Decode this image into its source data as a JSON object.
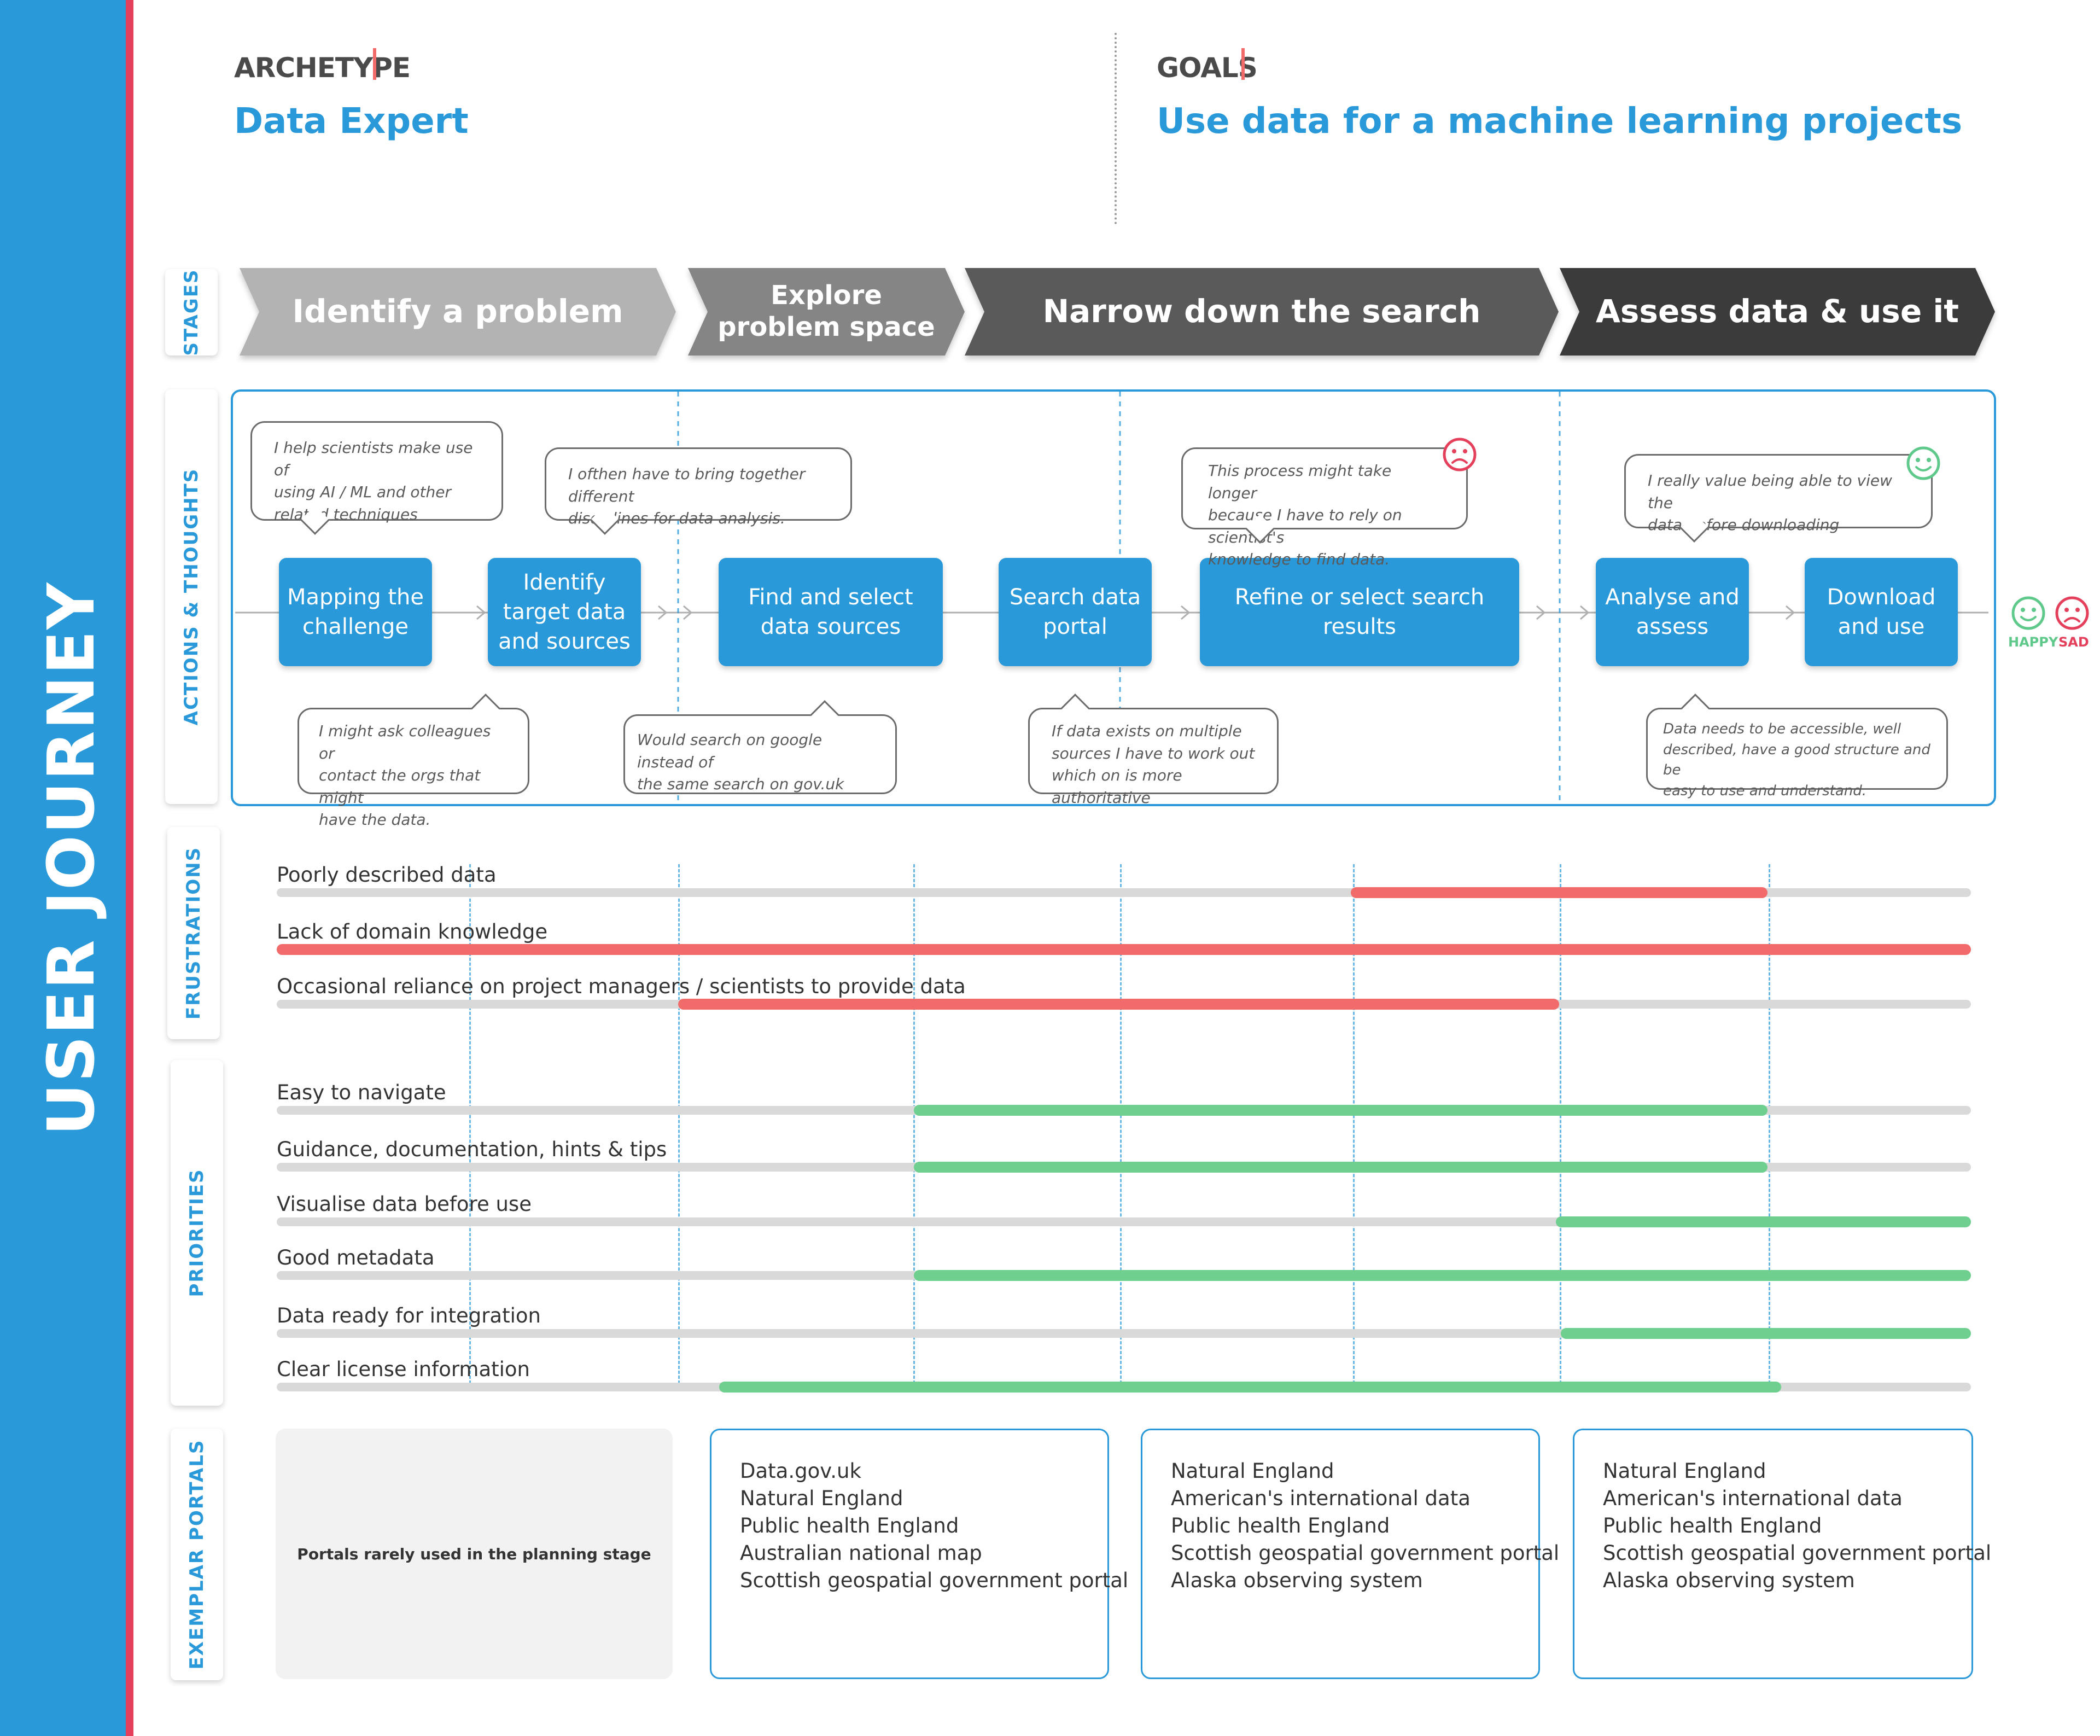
{
  "banner": {
    "title": "USER JOURNEY"
  },
  "header": {
    "archetype_label": "ARCHETYPE",
    "archetype_value": "Data Expert",
    "goals_label": "GOALS",
    "goals_value": "Use data for a machine learning projects"
  },
  "sections": {
    "stages": "STAGES",
    "actions": "ACTIONS & THOUGHTS",
    "frustrations": "FRUSTRATIONS",
    "priorities": "PRIORITIES",
    "portals": "EXEMPLAR PORTALS"
  },
  "stages": [
    {
      "line1": "Identify a problem",
      "line2": "",
      "color": "#b3b3b3"
    },
    {
      "line1": "Explore",
      "line2": "problem space",
      "color": "#858585"
    },
    {
      "line1": "Narrow down the search",
      "line2": "",
      "color": "#5a5a5a"
    },
    {
      "line1": "Assess data & use it",
      "line2": "",
      "color": "#3a3a3a"
    }
  ],
  "actions": [
    {
      "line1": "Mapping the",
      "line2": "challenge",
      "line3": ""
    },
    {
      "line1": "Identify",
      "line2": "target data",
      "line3": "and sources"
    },
    {
      "line1": "Find and select",
      "line2": "data sources",
      "line3": ""
    },
    {
      "line1": "Search data",
      "line2": "portal",
      "line3": ""
    },
    {
      "line1": "Refine or select search",
      "line2": "results",
      "line3": ""
    },
    {
      "line1": "Analyse and",
      "line2": "assess",
      "line3": ""
    },
    {
      "line1": "Download",
      "line2": "and use",
      "line3": ""
    }
  ],
  "thoughts": [
    {
      "lines": [
        "I help scientists make use of",
        "using AI / ML and other",
        "related techniques"
      ]
    },
    {
      "lines": [
        "I ofthen have to bring together different",
        "disciplines for data analysis."
      ]
    },
    {
      "lines": [
        "This process might take longer",
        "because I have to rely on scientist's",
        "knowledge to find data."
      ]
    },
    {
      "lines": [
        "I really value being able to view the",
        "data before downloading"
      ]
    },
    {
      "lines": [
        "I might ask colleagues or",
        "contact the orgs that might",
        "have the data."
      ]
    },
    {
      "lines": [
        "Would search on google instead of",
        "the same search on gov.uk"
      ]
    },
    {
      "lines": [
        "If data exists on multiple",
        "sources I have to work out",
        "which on is more authoritative"
      ]
    },
    {
      "lines": [
        "Data needs to be accessible, well",
        "described, have a good structure and be",
        "easy to use and understand."
      ]
    }
  ],
  "moods": {
    "happy_label": "HAPPY",
    "sad_label": "SAD",
    "happy_color": "#5ec98a",
    "sad_color": "#e5405b"
  },
  "frustrations": [
    {
      "label": "Poorly described data",
      "start": 0.634,
      "end": 0.88
    },
    {
      "label": "Lack of domain knowledge",
      "start": 0.0,
      "end": 1.0
    },
    {
      "label": "Occasional reliance on project managers / scientists to provide data",
      "start": 0.237,
      "end": 0.757
    }
  ],
  "priorities": [
    {
      "label": "Easy to navigate",
      "start": 0.376,
      "end": 0.88
    },
    {
      "label": "Guidance, documentation, hints & tips",
      "start": 0.376,
      "end": 0.88
    },
    {
      "label": "Visualise data before use",
      "start": 0.755,
      "end": 1.0
    },
    {
      "label": "Good metadata",
      "start": 0.376,
      "end": 1.0
    },
    {
      "label": "Data ready for integration",
      "start": 0.758,
      "end": 1.0
    },
    {
      "label": "Clear license information",
      "start": 0.261,
      "end": 0.888
    }
  ],
  "colors": {
    "accent": "#2a99d9",
    "frustration": "#f26b6b",
    "priority": "#6fcf8f",
    "track": "#d9d9d9"
  },
  "portals": [
    {
      "note": "Portals rarely used in the planning stage",
      "items": []
    },
    {
      "note": "",
      "items": [
        "Data.gov.uk",
        "Natural England",
        "Public health England",
        "Australian national map",
        "Scottish geospatial government portal"
      ]
    },
    {
      "note": "",
      "items": [
        "Natural England",
        "American's international data",
        "Public health England",
        "Scottish geospatial government portal",
        "Alaska observing system"
      ]
    },
    {
      "note": "",
      "items": [
        "Natural England",
        "American's international data",
        "Public health England",
        "Scottish geospatial government portal",
        "Alaska observing system"
      ]
    }
  ]
}
